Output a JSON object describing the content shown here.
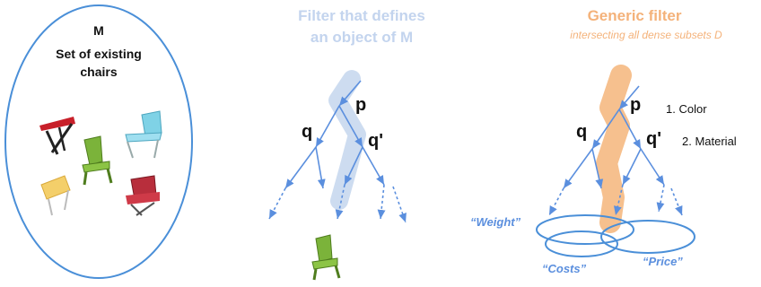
{
  "left_panel": {
    "title": "M",
    "subtitle_line1": "Set of existing",
    "subtitle_line2": "chairs"
  },
  "middle_panel": {
    "title_line1": "Filter that defines",
    "title_line2": "an object of M",
    "node_p": "p",
    "node_q": "q",
    "node_q_prime": "q'"
  },
  "right_panel": {
    "title": "Generic filter",
    "subtitle": "intersecting all dense subsets D",
    "node_p": "p",
    "node_q": "q",
    "node_q_prime": "q'",
    "list_item_1": "1. Color",
    "list_item_2": "2. Material",
    "set_weight": "“Weight”",
    "set_costs": "“Costs”",
    "set_price": "“Price”"
  },
  "colors": {
    "ellipse_border": "#4a8fd8",
    "arrow_blue": "#5b8fde",
    "path_highlight_blue": "#cddcf0",
    "path_highlight_orange": "#f6c08e",
    "title_blue": "#c3d4ee",
    "title_orange": "#f4b27a",
    "chair_red": "#c8202a",
    "chair_green": "#7bb33a",
    "chair_cyan": "#7fd2e6",
    "chair_yellow": "#f4cf6a",
    "chair_crimson": "#b82e3c"
  }
}
